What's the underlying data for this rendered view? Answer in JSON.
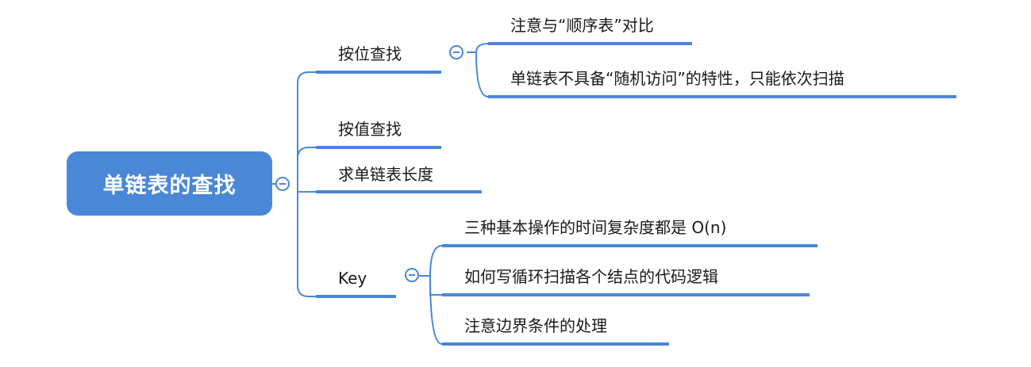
{
  "root": {
    "label": "单链表的查找"
  },
  "branches": [
    {
      "label": "按位查找",
      "children": [
        {
          "label": "注意与“顺序表”对比"
        },
        {
          "label": "单链表不具备“随机访问”的特性，只能依次扫描"
        }
      ]
    },
    {
      "label": "按值查找"
    },
    {
      "label": "求单链表长度"
    },
    {
      "label": "Key",
      "children": [
        {
          "label": "三种基本操作的时间复杂度都是 O(n)"
        },
        {
          "label": "如何写循环扫描各个结点的代码逻辑"
        },
        {
          "label": "注意边界条件的处理"
        }
      ]
    }
  ],
  "colors": {
    "accent": "#4a87d6",
    "text": "#1a1a1a",
    "root_text": "#ffffff"
  }
}
